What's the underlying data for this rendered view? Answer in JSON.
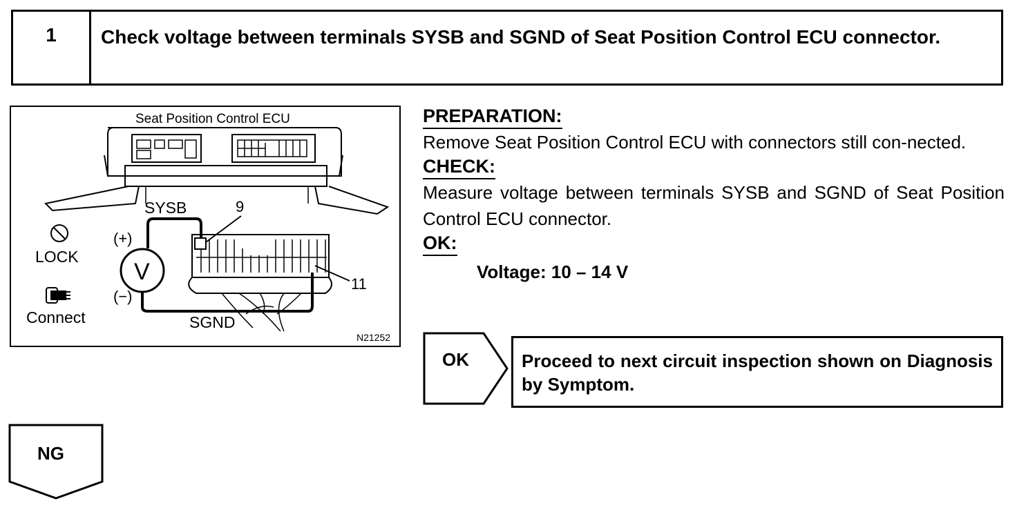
{
  "step": {
    "number": "1",
    "title": "Check voltage between terminals SYSB and SGND of Seat Position Control ECU connector."
  },
  "figure": {
    "ecu_label": "Seat Position Control ECU",
    "lock_label": "LOCK",
    "connect_label": "Connect",
    "plus_label": "(+)",
    "minus_label": "(−)",
    "voltmeter_label": "V",
    "sysb_label": "SYSB",
    "sgnd_label": "SGND",
    "pin_9": "9",
    "pin_11": "11",
    "figure_id": "N21252"
  },
  "preparation": {
    "heading": "PREPARATION:",
    "text": "Remove Seat Position Control ECU with connectors still con-nected."
  },
  "check": {
    "heading": "CHECK:",
    "text": "Measure voltage between terminals SYSB and SGND of Seat Position Control ECU connector."
  },
  "ok": {
    "heading": "OK:",
    "spec": "Voltage: 10 – 14 V"
  },
  "results": {
    "ok_label": "OK",
    "ok_action": "Proceed to next circuit inspection shown on Diagnosis by Symptom.",
    "ng_label": "NG"
  }
}
